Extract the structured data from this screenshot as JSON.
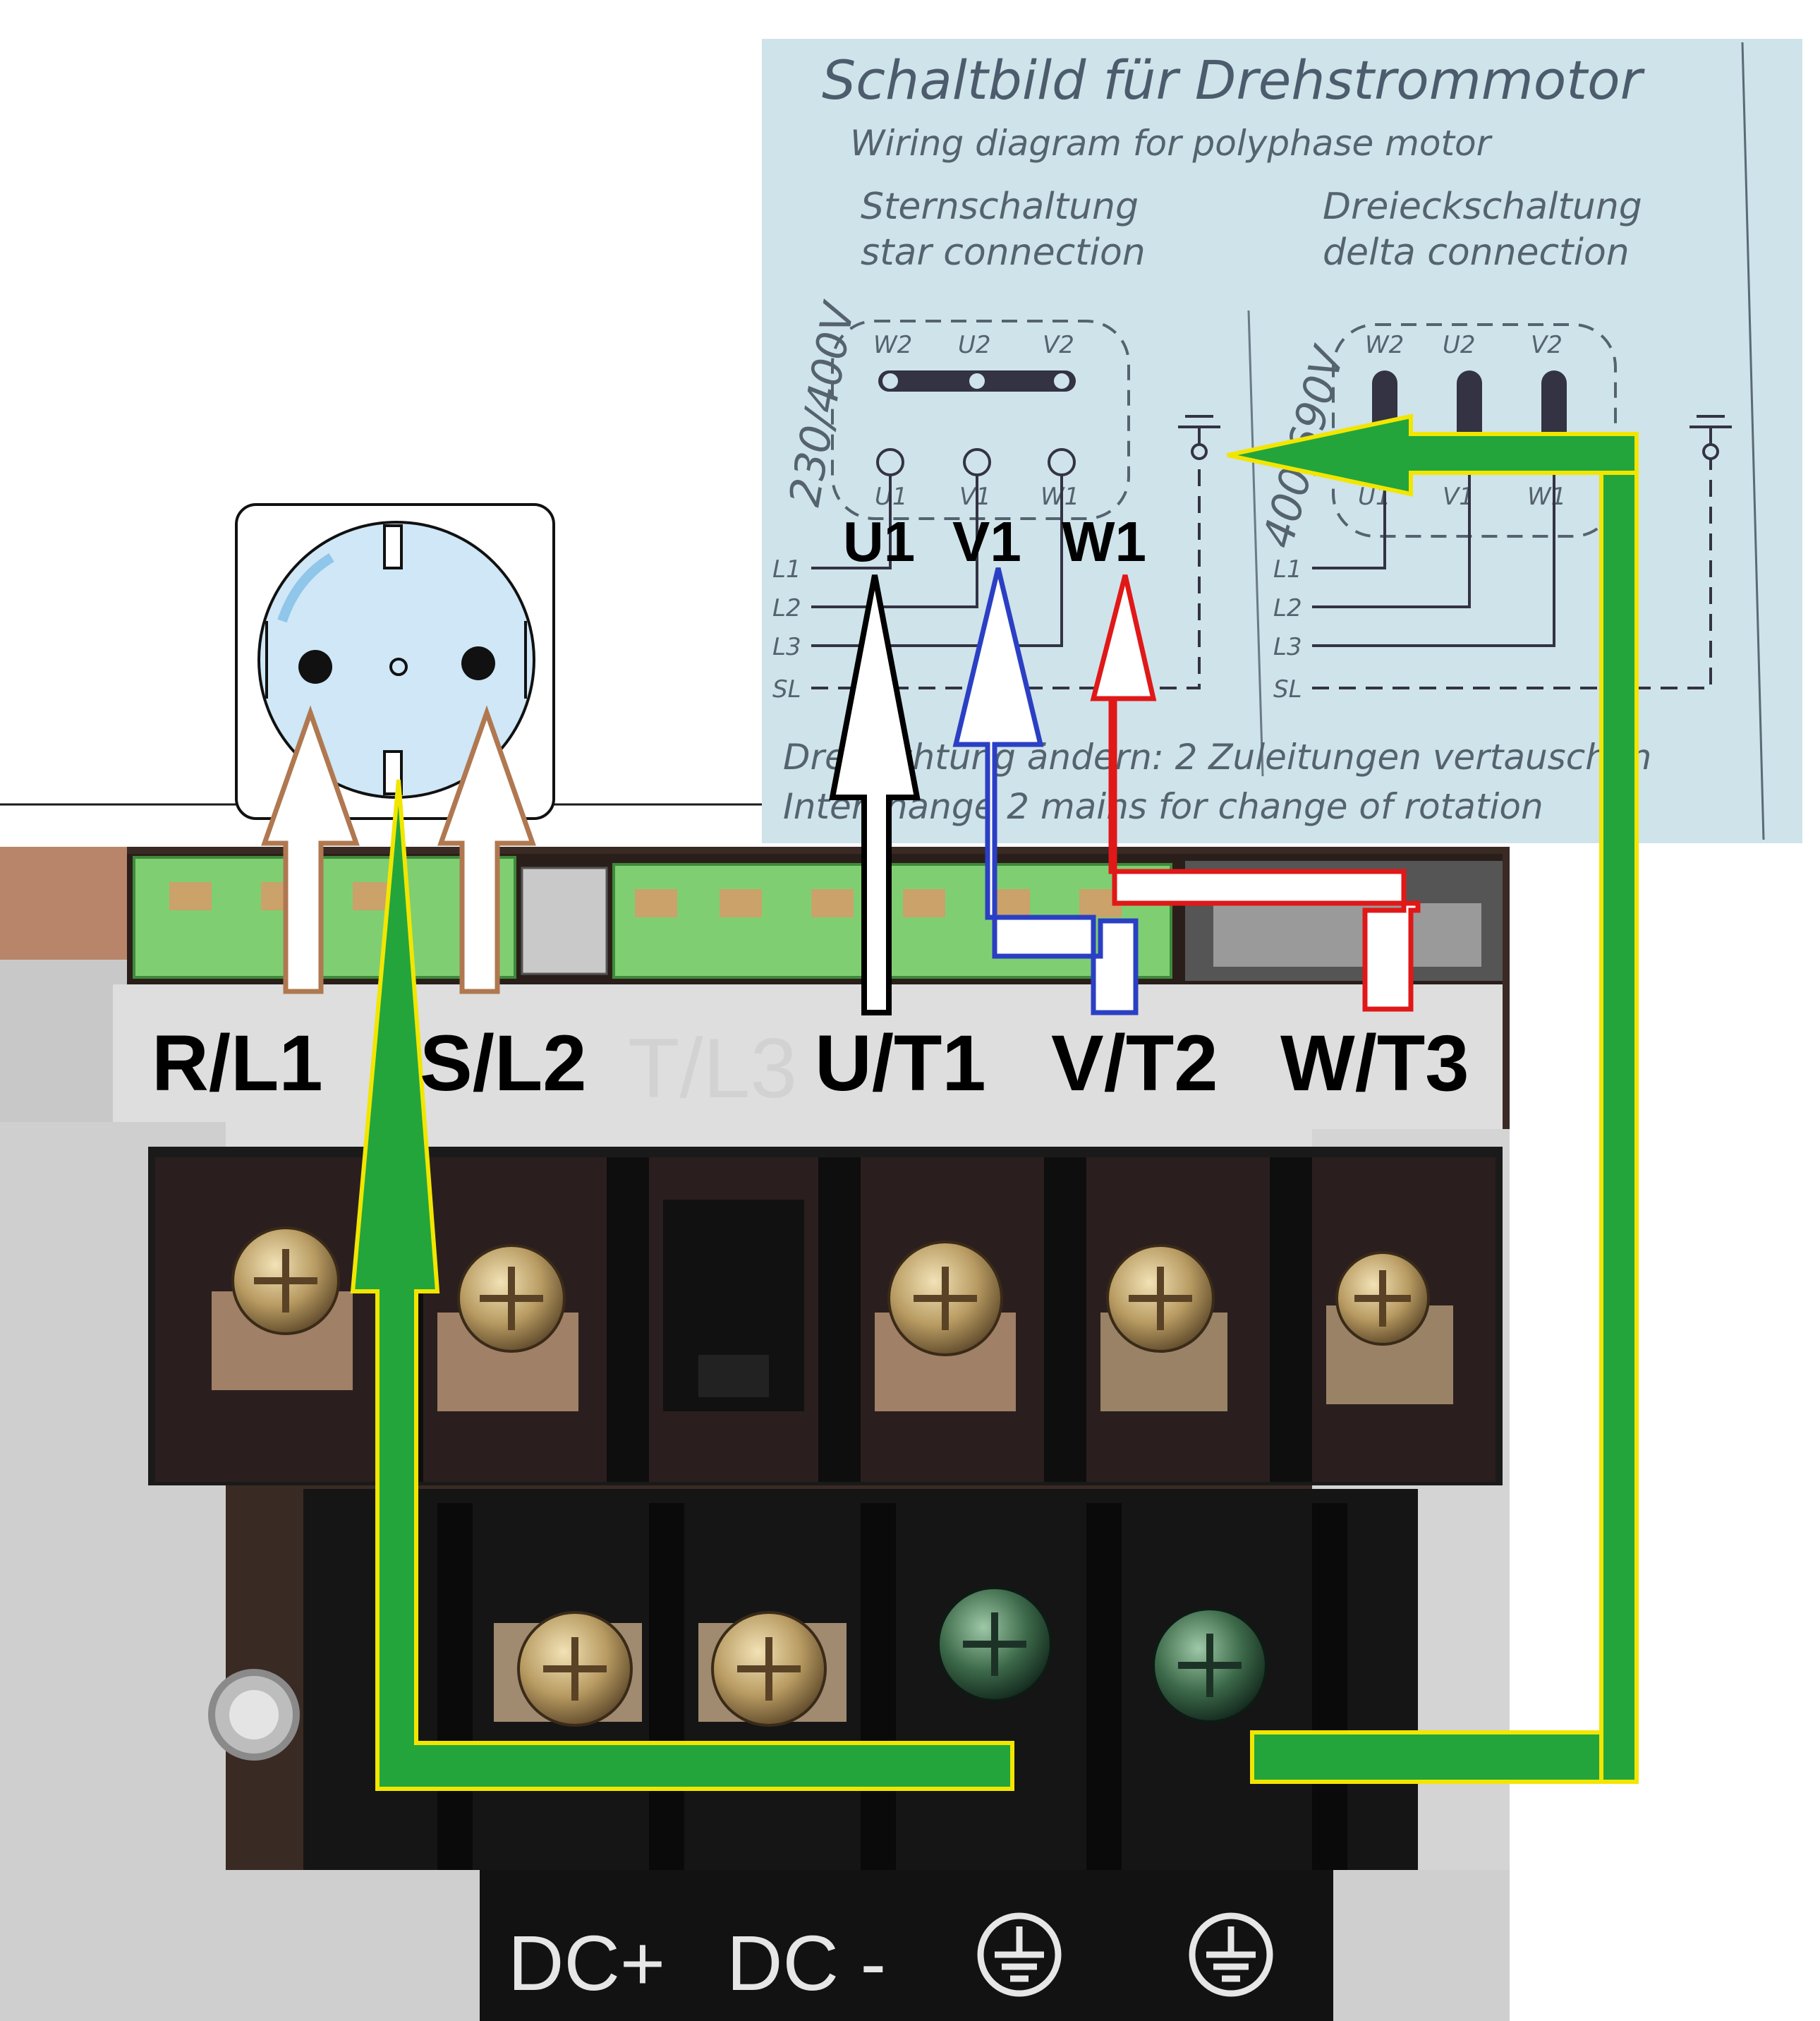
{
  "terminal_labels": {
    "r_l1": "R/L1",
    "s_l2": "S/L2",
    "t_l3": "T/L3",
    "u_t1": "U/T1",
    "v_t2": "V/T2",
    "w_t3": "W/T3"
  },
  "bottom_plate": {
    "dc_plus": "DC+",
    "dc_minus": "DC -"
  },
  "motor_labels": {
    "u1": "U1",
    "v1": "V1",
    "w1": "W1"
  },
  "diagram_card": {
    "title": "Schaltbild  für  Drehstrommotor",
    "subtitle": "Wiring  diagram  for  polyphase  motor",
    "star_de": "Sternschaltung",
    "star_en": "star connection",
    "delta_de": "Dreieckschaltung",
    "delta_en": "delta  connection",
    "voltage_star": "230/400V",
    "voltage_delta": "400/690V",
    "terminals_top": [
      "W2",
      "U2",
      "V2"
    ],
    "terminals_bottom": [
      "U1",
      "V1",
      "W1"
    ],
    "lines": [
      "L1",
      "L2",
      "L3",
      "SL"
    ],
    "footer_de": "Drehrichtung ändern: 2 Zuleitungen vertauschen",
    "footer_en": "Interchange 2 mains for change of rotation"
  },
  "colors": {
    "earth_green": "#23a53c",
    "earth_outline": "#f2e600",
    "phase_u": "#000000",
    "phase_v": "#2b3fc4",
    "phase_w": "#e01818",
    "mains_arrow": "#b07850",
    "card_bg": "#cfe3ea",
    "socket_blue": "#a9d4ee"
  },
  "icons": [
    "schuko-socket-icon",
    "ground-symbol-icon"
  ]
}
